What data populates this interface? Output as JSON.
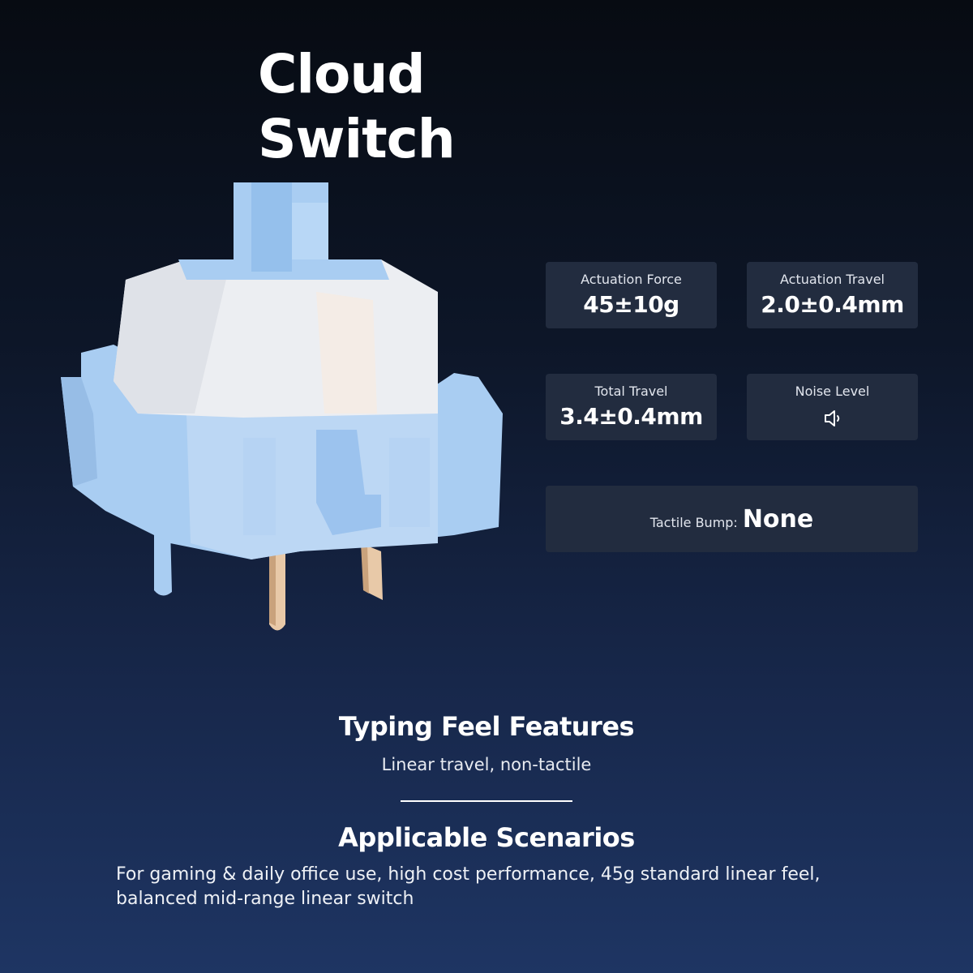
{
  "title": "Cloud Switch",
  "specs": [
    {
      "label": "Actuation Force",
      "value": "45±10g"
    },
    {
      "label": "Actuation Travel",
      "value": "2.0±0.4mm"
    },
    {
      "label": "Total Travel",
      "value": "3.4±0.4mm"
    },
    {
      "label": "Noise Level",
      "icon": "speaker-low-icon"
    }
  ],
  "tactile": {
    "label": "Tactile Bump:",
    "value": "None"
  },
  "typing": {
    "heading": "Typing Feel Features",
    "text": "Linear travel, non-tactile"
  },
  "scenarios": {
    "heading": "Applicable Scenarios",
    "text": "For gaming & daily office use, high cost performance, 45g standard linear feel, balanced mid-range linear switch"
  },
  "colors": {
    "accent_blue": "#a9cdf2",
    "housing_white": "#eceef2",
    "card_bg": "#222c3f",
    "pin_copper": "#e8c9a8"
  }
}
